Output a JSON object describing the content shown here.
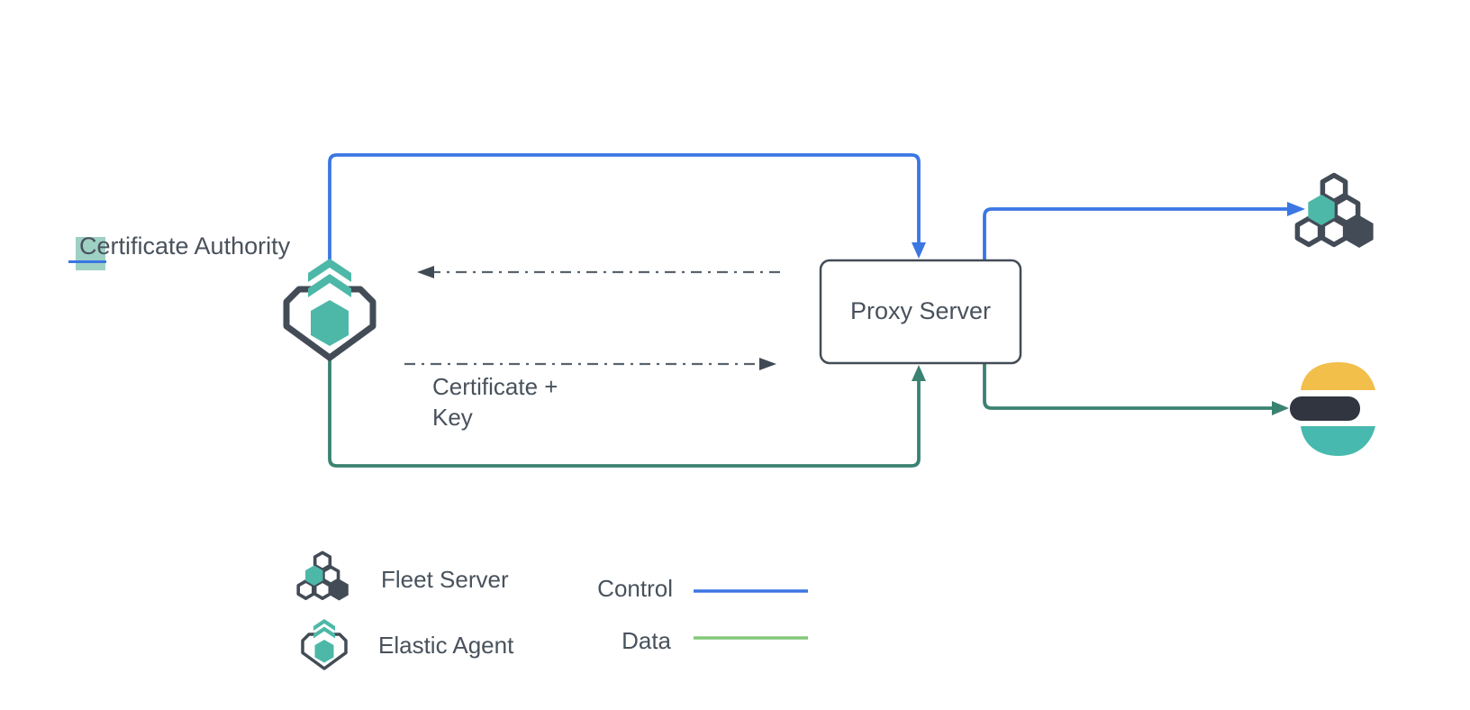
{
  "diagram": {
    "certificate_authority": {
      "highlight_char": "C",
      "rest": "ertificate Authority"
    },
    "proxy": {
      "label": "Proxy Server"
    },
    "edges": {
      "certificate_key_label": "Certificate +\nKey"
    },
    "legend": {
      "fleet_label": "Fleet Server",
      "agent_label": "Elastic Agent",
      "control_label": "Control",
      "data_label": "Data"
    },
    "icons": {
      "agent": "elastic-agent-icon",
      "fleet": "fleet-server-icon",
      "elasticsearch": "elasticsearch-logo"
    },
    "colors": {
      "control_blue": "#3b76e3",
      "data_green": "#3a8271",
      "legend_data_green": "#84c878",
      "teal": "#4db8a8",
      "slate": "#434c56",
      "text": "#49525c",
      "dash_gray": "#5a636d",
      "highlight_teal": "#9ed0c4",
      "elastic_yellow": "#f1bf4a",
      "elastic_dark": "#30353f",
      "elastic_teal": "#47b9ae"
    }
  }
}
